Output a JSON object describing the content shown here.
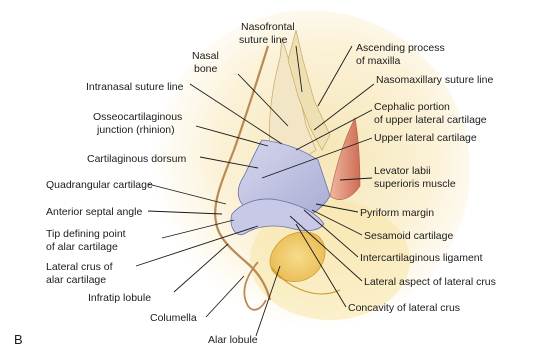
{
  "figure": {
    "panel_letter": "B",
    "labels": {
      "nasofrontal_1": "Nasofrontal",
      "nasofrontal_2": "suture line",
      "ascending_1": "Ascending process",
      "ascending_2": "of maxilla",
      "nasal_bone_1": "Nasal",
      "nasal_bone_2": "bone",
      "nasomaxillary": "Nasomaxillary suture line",
      "intranasal": "Intranasal suture line",
      "cephalic_1": "Cephalic portion",
      "cephalic_2": "of upper lateral cartilage",
      "osseo_1": "Osseocartilaginous",
      "osseo_2": "junction (rhinion)",
      "upper_lateral": "Upper lateral cartilage",
      "cart_dorsum": "Cartilaginous dorsum",
      "levator_1": "Levator labii",
      "levator_2": "superioris muscle",
      "quadrangular": "Quadrangular cartilage",
      "pyriform": "Pyriform margin",
      "anterior_septal": "Anterior septal angle",
      "sesamoid": "Sesamoid cartilage",
      "tip_1": "Tip defining point",
      "tip_2": "of alar cartilage",
      "intercart": "Intercartilaginous ligament",
      "lateral_crus_1": "Lateral crus of",
      "lateral_crus_2": "alar cartilage",
      "lateral_aspect": "Lateral aspect of lateral crus",
      "infratip": "Infratip lobule",
      "concavity": "Concavity of lateral crus",
      "columella": "Columella",
      "alar_lobule": "Alar lobule"
    }
  },
  "colors": {
    "background_glow": "#f4e3b4",
    "cartilage": "#c9cbe6",
    "cartilage_shade": "#a9abd2",
    "bone": "#f1e6c4",
    "muscle": "#d8826a",
    "ala_yellow": "#f1cf73",
    "skin_outline": "#b98a55"
  }
}
